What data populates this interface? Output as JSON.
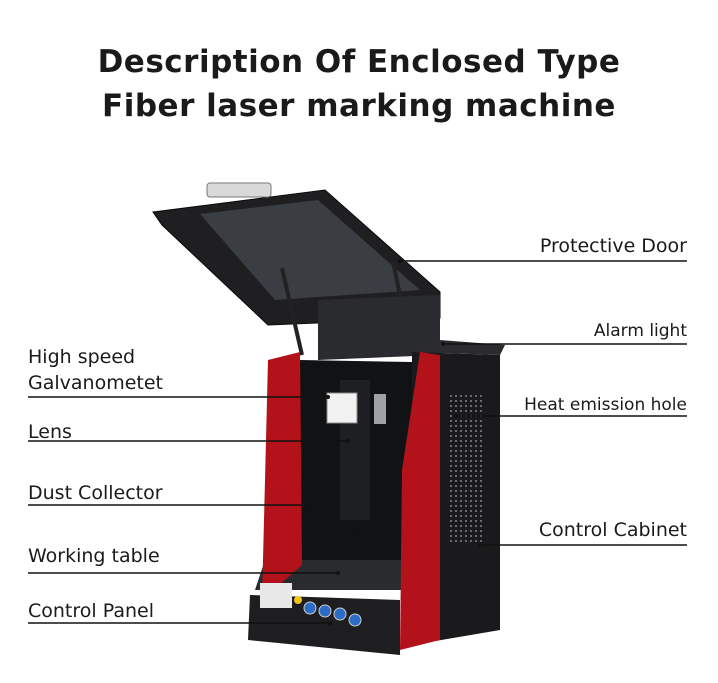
{
  "title": {
    "line1": "Description Of Enclosed Type",
    "line2": "Fiber laser marking machine"
  },
  "labels": {
    "protective_door": "Protective Door",
    "alarm_light": "Alarm light",
    "galvo_line1": "High speed",
    "galvo_line2": "Galvanometet",
    "heat_emission_hole": "Heat emission hole",
    "lens": "Lens",
    "dust_collector": "Dust Collector",
    "control_cabinet": "Control Cabinet",
    "working_table": "Working table",
    "control_panel": "Control Panel"
  },
  "colors": {
    "body_black": "#1c1c1e",
    "frame_red": "#b3121b",
    "leader_line": "#111111"
  }
}
